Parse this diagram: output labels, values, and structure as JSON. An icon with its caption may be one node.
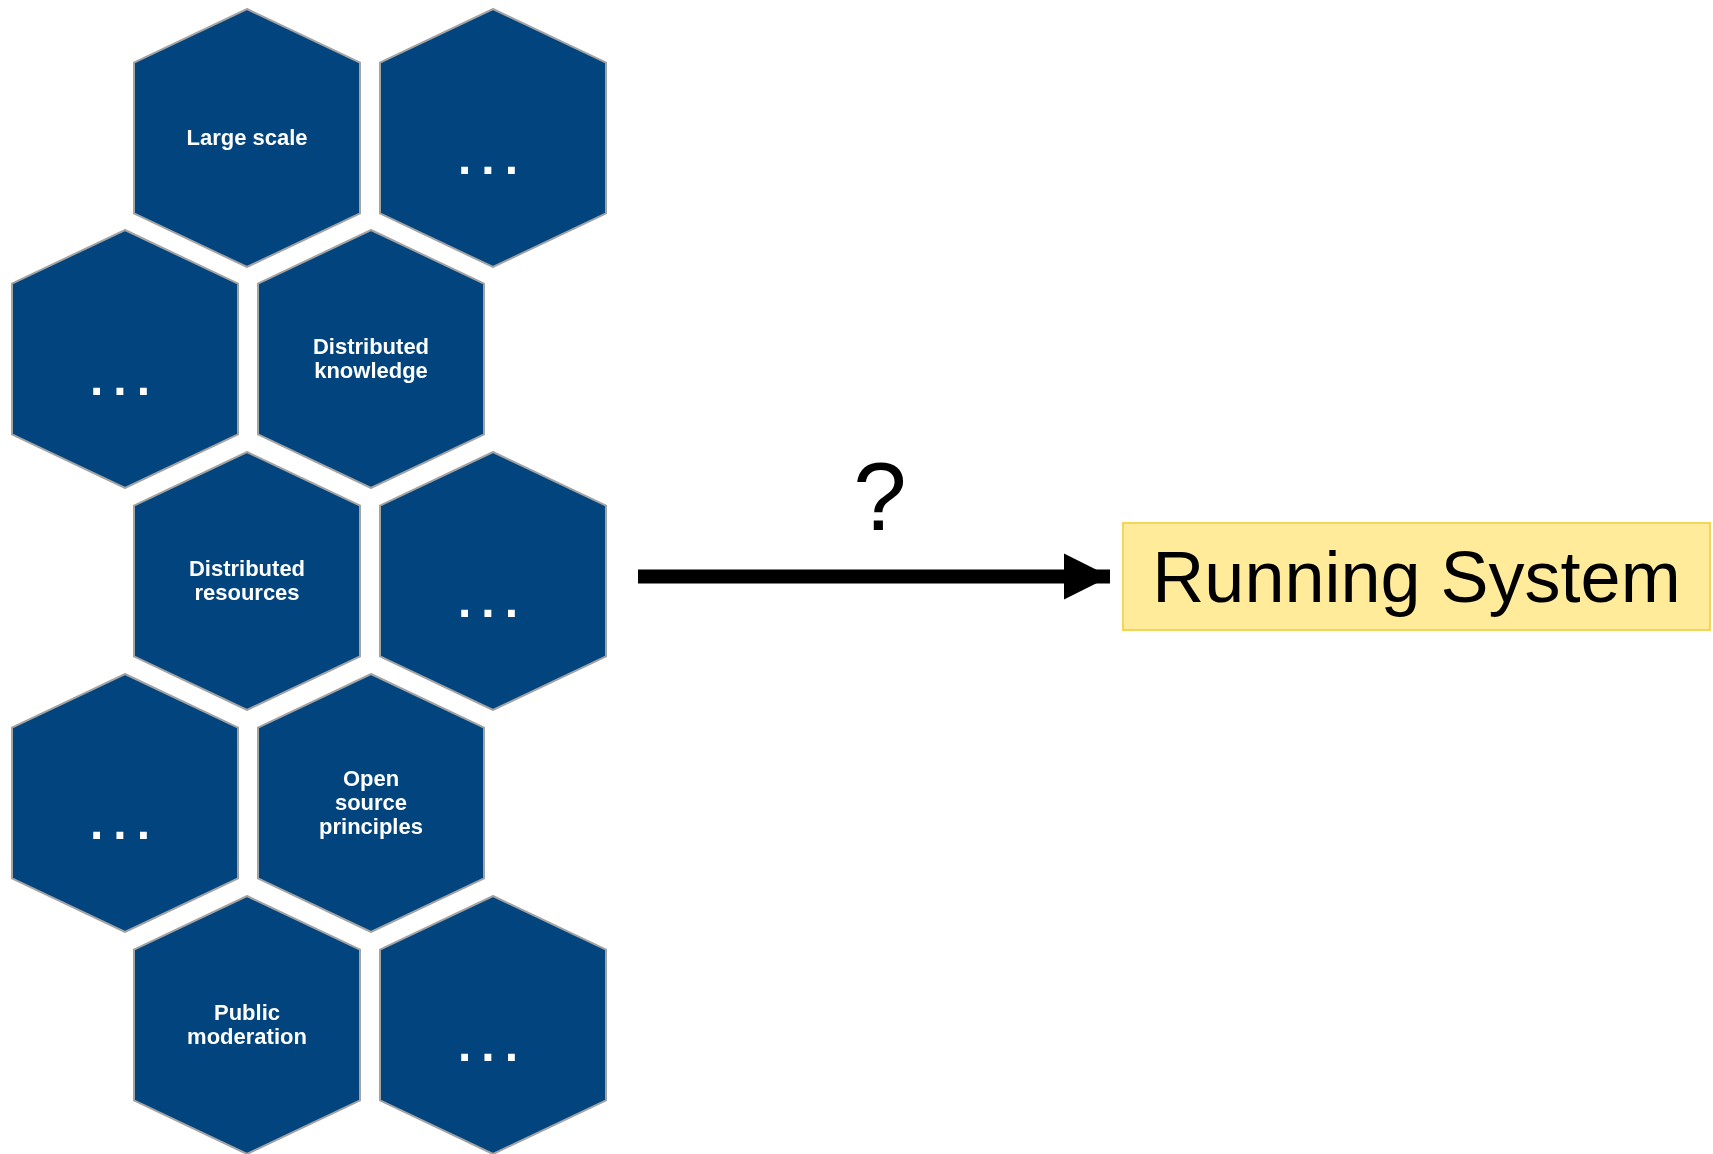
{
  "diagram": {
    "nodes": [
      {
        "text": [
          "Large scale"
        ]
      },
      {
        "text": [
          "..."
        ]
      },
      {
        "text": [
          "..."
        ]
      },
      {
        "text": [
          "Distributed knowledge"
        ]
      },
      {
        "text": [
          "Distributed resources"
        ]
      },
      {
        "text": [
          "..."
        ]
      },
      {
        "text": [
          "..."
        ]
      },
      {
        "text": [
          "Open source principles"
        ]
      },
      {
        "text": [
          "Public moderation"
        ]
      },
      {
        "text": [
          "..."
        ]
      },
      {
        "text": [
          "Running System"
        ]
      }
    ],
    "edges": [
      {
        "from": null,
        "to": 10,
        "arrow": "to",
        "label": "?"
      }
    ]
  }
}
